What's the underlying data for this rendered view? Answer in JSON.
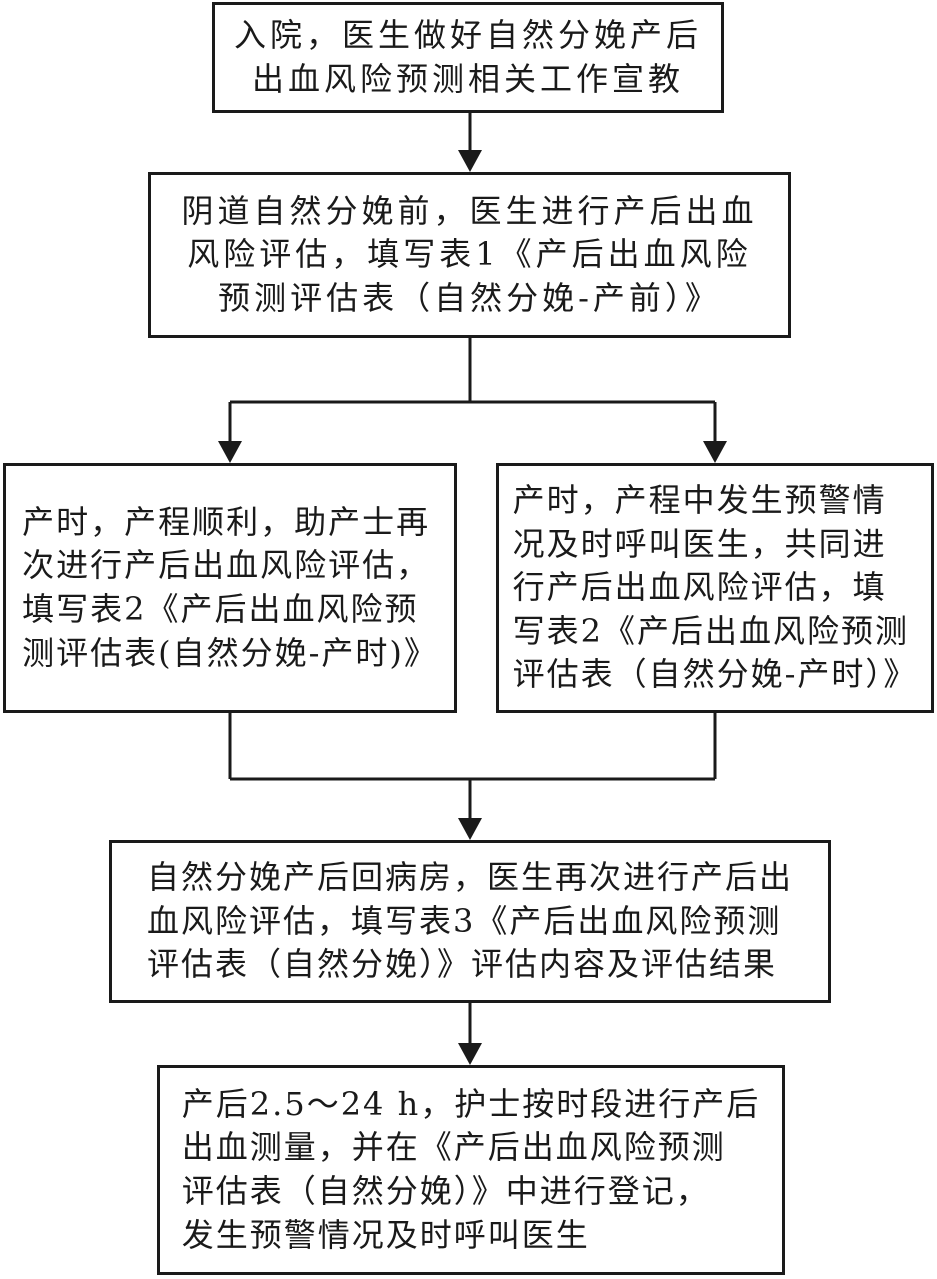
{
  "flowchart": {
    "step1": {
      "lines": [
        "入院，医生做好自然分娩产后",
        "出血风险预测相关工作宣教"
      ]
    },
    "step2": {
      "lines": [
        "阴道自然分娩前，医生进行产后出血",
        "风险评估，填写表1《产后出血风险",
        "预测评估表（自然分娩-产前）》"
      ]
    },
    "step3a": {
      "lines": [
        "产时，产程顺利，助产士再",
        "次进行产后出血风险评估，",
        "填写表2《产后出血风险预",
        "测评估表(自然分娩-产时)》"
      ]
    },
    "step3b": {
      "lines": [
        "产时，产程中发生预警情",
        "况及时呼叫医生，共同进",
        "行产后出血风险评估，填",
        "写表2《产后出血风险预测",
        "评估表（自然分娩-产时）》"
      ]
    },
    "step4": {
      "lines": [
        "自然分娩产后回病房，医生再次进行产后出",
        "血风险评估，填写表3《产后出血风险预测",
        "评估表（自然分娩）》评估内容及评估结果"
      ]
    },
    "step5": {
      "lines": [
        "产后2.5～24 h，护士按时段进行产后",
        "出血测量，并在《产后出血风险预测",
        "评估表（自然分娩）》中进行登记，",
        "发生预警情况及时呼叫医生"
      ]
    }
  },
  "colors": {
    "stroke": "#1a1a1a",
    "background": "#ffffff"
  }
}
